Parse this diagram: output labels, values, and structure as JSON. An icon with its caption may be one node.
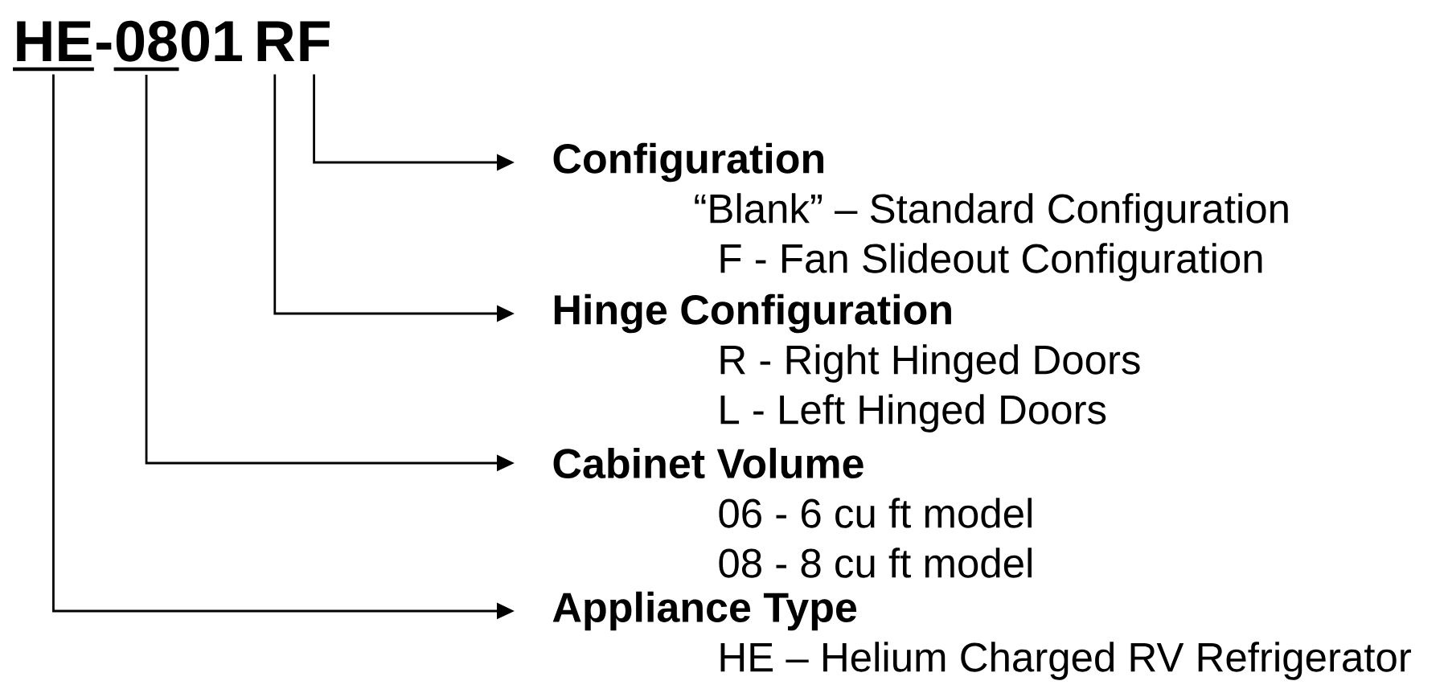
{
  "diagram": {
    "nodes": [
      {
        "text": [
          "HE"
        ]
      },
      {
        "text": [
          "08"
        ]
      },
      {
        "text": [
          "R"
        ]
      },
      {
        "text": [
          "F"
        ]
      },
      {
        "text": [
          "Configuration",
          "“Blank” – Standard Configuration",
          "F - Fan Slideout Configuration"
        ]
      },
      {
        "text": [
          "Hinge Configuration",
          "R - Right Hinged Doors",
          "L - Left Hinged Doors"
        ]
      },
      {
        "text": [
          "Cabinet Volume",
          "06 - 6 cu ft model",
          "08 - 8 cu ft model"
        ]
      },
      {
        "text": [
          "Appliance Type",
          "HE – Helium Charged RV Refrigerator"
        ]
      }
    ],
    "edges": [
      {
        "from": 3,
        "to": 4,
        "arrow": "to"
      },
      {
        "from": 2,
        "to": 5,
        "arrow": "to"
      },
      {
        "from": 1,
        "to": 6,
        "arrow": "to"
      },
      {
        "from": 0,
        "to": 7,
        "arrow": "to"
      }
    ],
    "labels": [
      "-",
      "01"
    ]
  }
}
